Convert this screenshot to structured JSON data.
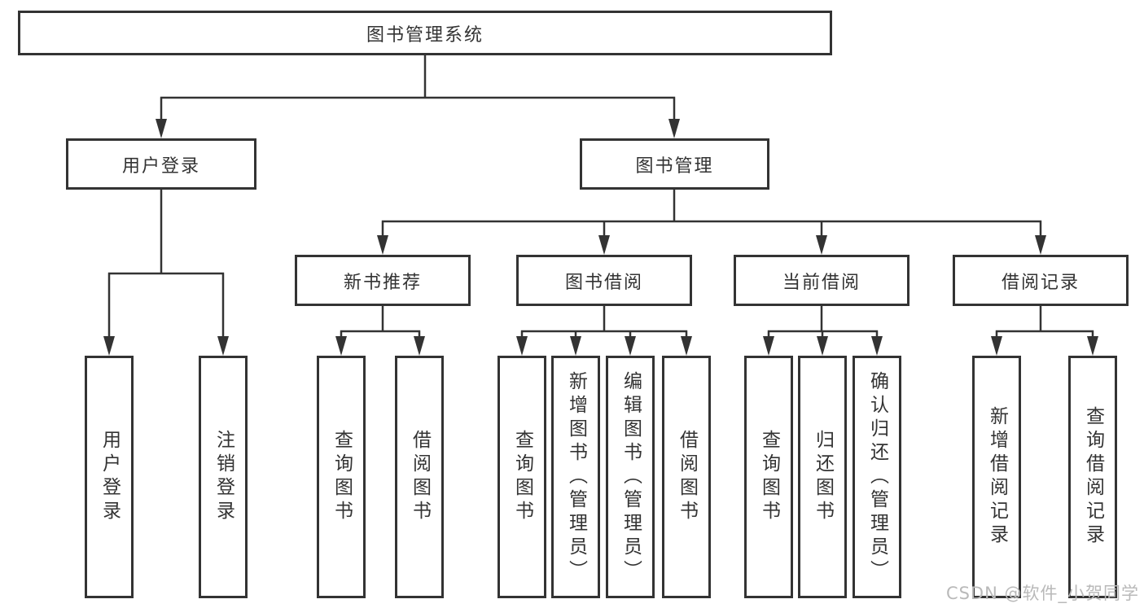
{
  "root": {
    "label": "图书管理系统"
  },
  "level2": [
    {
      "id": "user-login",
      "label": "用户登录"
    },
    {
      "id": "book-management",
      "label": "图书管理"
    }
  ],
  "level3": [
    {
      "id": "new-book-recommend",
      "label": "新书推荐",
      "parent": "图书管理"
    },
    {
      "id": "book-borrow",
      "label": "图书借阅",
      "parent": "图书管理"
    },
    {
      "id": "current-borrow",
      "label": "当前借阅",
      "parent": "图书管理"
    },
    {
      "id": "borrow-record",
      "label": "借阅记录",
      "parent": "图书管理"
    }
  ],
  "leaves": [
    {
      "label": "用户登录",
      "parent": "用户登录"
    },
    {
      "label": "注销登录",
      "parent": "用户登录"
    },
    {
      "label": "查询图书",
      "parent": "新书推荐"
    },
    {
      "label": "借阅图书",
      "parent": "新书推荐"
    },
    {
      "label": "查询图书",
      "parent": "图书借阅"
    },
    {
      "label": "新增图书（管理员）",
      "parent": "图书借阅"
    },
    {
      "label": "编辑图书（管理员）",
      "parent": "图书借阅"
    },
    {
      "label": "借阅图书",
      "parent": "图书借阅"
    },
    {
      "label": "查询图书",
      "parent": "当前借阅"
    },
    {
      "label": "归还图书",
      "parent": "当前借阅"
    },
    {
      "label": "确认归还（管理员）",
      "parent": "当前借阅"
    },
    {
      "label": "新增借阅记录",
      "parent": "借阅记录"
    },
    {
      "label": "查询借阅记录",
      "parent": "借阅记录"
    }
  ],
  "watermark": "CSDN @软件_小贺同学",
  "colors": {
    "line": "#333333",
    "text": "#333333",
    "background": "#ffffff",
    "watermark": "#b9b9b9"
  }
}
